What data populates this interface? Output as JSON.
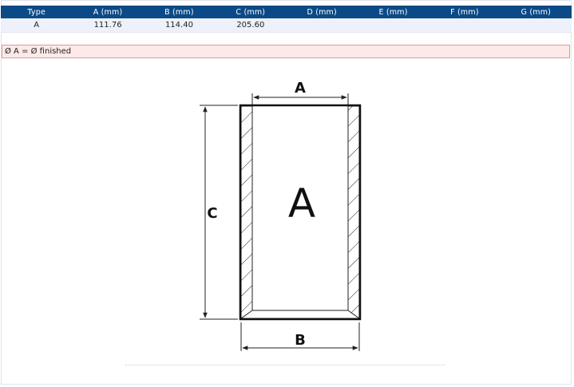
{
  "table": {
    "headers": [
      "Type",
      "A (mm)",
      "B (mm)",
      "C (mm)",
      "D (mm)",
      "E (mm)",
      "F (mm)",
      "G (mm)"
    ],
    "rows": [
      [
        "A",
        "111.76",
        "114.40",
        "205.60",
        "",
        "",
        "",
        ""
      ]
    ]
  },
  "note": "Ø A = Ø finished",
  "drawing": {
    "label_top": "A",
    "label_center": "A",
    "label_left": "C",
    "label_bottom": "B"
  }
}
